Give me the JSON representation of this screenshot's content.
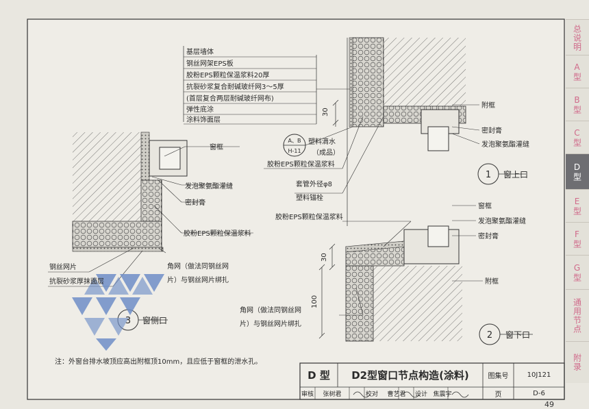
{
  "layers": {
    "items": [
      "基层墙体",
      "钢丝网架EPS板",
      "胶粉EPS颗粒保温浆料20厚",
      "抗裂砂浆复合耐碱玻纤网3～5厚",
      "(首层复合两层耐碱玻纤网布)",
      "弹性底涂",
      "涂料饰面层"
    ]
  },
  "upper_detail": {
    "dim": "30",
    "ref_top": "A、B",
    "ref_bottom": "H-11",
    "drip_label": "塑料滴水",
    "drip_note": "（成品）",
    "mortar_label": "胶粉EPS颗粒保温浆料",
    "anchor_sleeve": "套管外径φ8",
    "anchor_label": "塑料锚栓",
    "aux_frame": "附框",
    "sealant": "密封膏",
    "foam": "发泡聚氨酯灌缝",
    "num": "1",
    "title": "窗上口"
  },
  "side_detail": {
    "frame": "窗框",
    "foam": "发泡聚氨酯灌缝",
    "sealant": "密封膏",
    "mortar": "胶粉EPS颗粒保温浆料",
    "mesh_strip": "钢丝网片",
    "crack_mortar": "抗裂砂浆厚抹面层",
    "corner_line1": "角网（做法同钢丝网",
    "corner_line2": "片）与钢丝网片绑扎",
    "num": "3",
    "title": "窗侧口"
  },
  "lower_detail": {
    "mortar": "胶粉EPS颗粒保温浆料",
    "frame": "窗框",
    "foam": "发泡聚氨酯灌缝",
    "sealant": "密封膏",
    "aux_frame": "附框",
    "dim_30": "30",
    "dim_100": "100",
    "corner_line1": "角网（做法同钢丝网",
    "corner_line2": "片）与钢丝网片绑扎",
    "num": "2",
    "title": "窗下口"
  },
  "note": "注：外窗台排水坡顶应高出附框顶10mm，且应低于窗框的泄水孔。",
  "title_block": {
    "type": "D 型",
    "title": "D2型窗口节点构造(涂料)",
    "atlas_label": "图集号",
    "atlas_no": "10J121",
    "review": "审核",
    "reviewer": "张树君",
    "check": "校对",
    "checker": "曹艺君",
    "design": "设计",
    "designer": "焦震宇",
    "page_label": "页",
    "page": "D-6"
  },
  "page_number": "49",
  "tabs": [
    {
      "label": "总说明",
      "active": false
    },
    {
      "label": "A型",
      "active": false
    },
    {
      "label": "B型",
      "active": false
    },
    {
      "label": "C型",
      "active": false
    },
    {
      "label": "D型",
      "active": true
    },
    {
      "label": "E型",
      "active": false
    },
    {
      "label": "F型",
      "active": false
    },
    {
      "label": "G型",
      "active": false
    },
    {
      "label": "通用节点",
      "active": false
    },
    {
      "label": "附录",
      "active": false
    }
  ],
  "colors": {
    "ink": "#2a2a2a",
    "paper": "#e9e7e0",
    "tab_text": "#d06a8a",
    "tab_active": "#6e6e72",
    "watermark": "#6f8fc8"
  }
}
